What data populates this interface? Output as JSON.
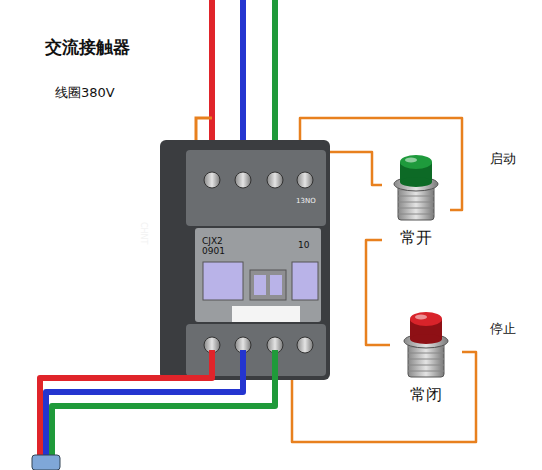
{
  "diagram": {
    "title": "交流接触器",
    "nodes": [
      {
        "text": [
          "CJX2 0901"
        ]
      },
      {
        "text": [
          "常开"
        ]
      },
      {
        "text": [
          "常闭"
        ]
      }
    ],
    "edges": [
      {
        "from": 0,
        "to": 1,
        "arrow": "none"
      },
      {
        "from": 0,
        "to": 1,
        "arrow": "none"
      },
      {
        "from": 1,
        "to": 2,
        "arrow": "none"
      },
      {
        "from": 2,
        "to": 0,
        "arrow": "none"
      }
    ],
    "labels": [
      "线圈380V",
      "启动",
      "停止",
      "10",
      "13NO",
      "CHNT"
    ]
  }
}
